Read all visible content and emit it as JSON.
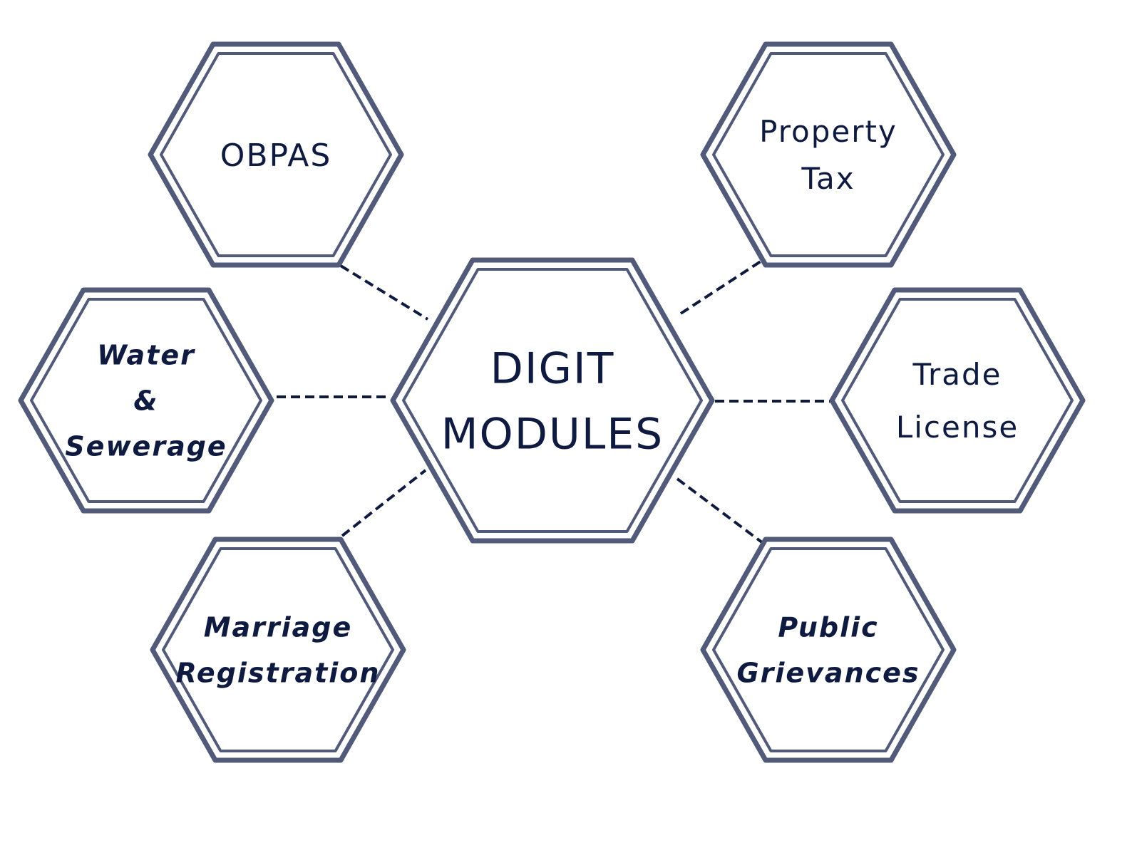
{
  "colors": {
    "hex_stroke": "#525a7a",
    "text": "#0e1a3f",
    "connector": "#0e1a3f",
    "background": "#ffffff"
  },
  "center": {
    "lines": [
      "DIGIT",
      "MODULES"
    ]
  },
  "modules": [
    {
      "id": "obpas",
      "lines": [
        "OBPAS"
      ],
      "italic": false
    },
    {
      "id": "property-tax",
      "lines": [
        "Property",
        "Tax"
      ],
      "italic": false
    },
    {
      "id": "water-sewerage",
      "lines": [
        "Water",
        "&",
        "Sewerage"
      ],
      "italic": true
    },
    {
      "id": "trade-license",
      "lines": [
        "Trade",
        "License"
      ],
      "italic": false
    },
    {
      "id": "marriage-registration",
      "lines": [
        "Marriage",
        "Registration"
      ],
      "italic": true
    },
    {
      "id": "public-grievances",
      "lines": [
        "Public",
        "Grievances"
      ],
      "italic": true
    }
  ]
}
